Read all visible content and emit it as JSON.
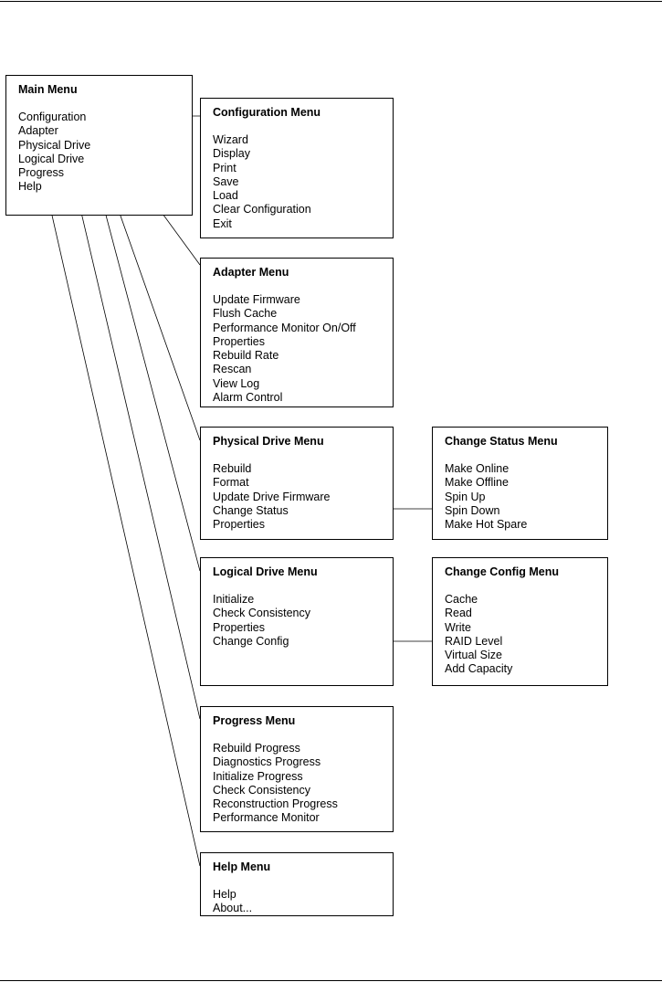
{
  "main_menu": {
    "title": "Main  Menu",
    "items": [
      "Configuration",
      "Adapter",
      "Physical Drive",
      "Logical Drive",
      "Progress",
      "Help"
    ]
  },
  "configuration_menu": {
    "title": "Configuration Menu",
    "items": [
      "Wizard",
      "Display",
      "Print",
      "Save",
      "Load",
      "Clear Configuration",
      "Exit"
    ]
  },
  "adapter_menu": {
    "title": "Adapter Menu",
    "items": [
      "Update Firmware",
      "Flush Cache",
      "Performance Monitor On/Off",
      "Properties",
      "Rebuild Rate",
      "Rescan",
      "View Log",
      "Alarm Control"
    ]
  },
  "physical_drive_menu": {
    "title": "Physical Drive  Menu",
    "items": [
      "Rebuild",
      "Format",
      "Update Drive Firmware",
      "Change Status",
      "Properties"
    ]
  },
  "change_status_menu": {
    "title": "Change Status  Menu",
    "items": [
      "Make Online",
      "Make Offline",
      "Spin Up",
      "Spin Down",
      "Make Hot Spare"
    ]
  },
  "logical_drive_menu": {
    "title": "Logical Drive Menu",
    "items": [
      "Initialize",
      "Check Consistency",
      "Properties",
      "Change Config"
    ]
  },
  "change_config_menu": {
    "title": "Change Config Menu",
    "items": [
      "Cache",
      "Read",
      "Write",
      "RAID Level",
      "Virtual Size",
      "Add Capacity"
    ]
  },
  "progress_menu": {
    "title": "Progress  Menu",
    "items": [
      "Rebuild Progress",
      "Diagnostics Progress",
      "Initialize Progress",
      "Check Consistency",
      "Reconstruction Progress",
      "Performance Monitor"
    ]
  },
  "help_menu": {
    "title": "Help Menu",
    "items": [
      "Help",
      "About..."
    ]
  }
}
